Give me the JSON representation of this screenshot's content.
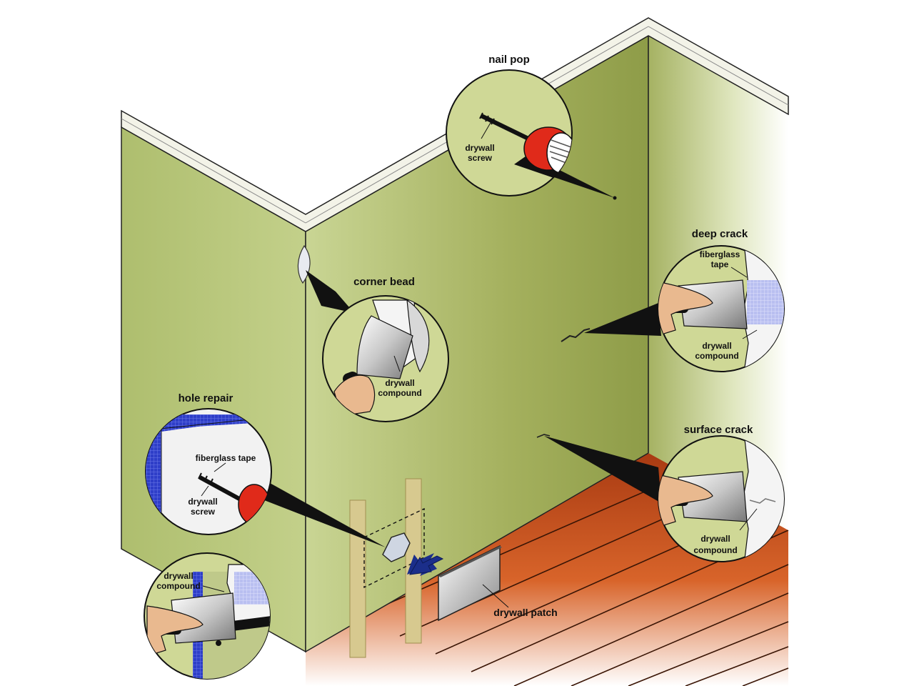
{
  "callouts": {
    "nail_pop": {
      "title": "nail pop",
      "line1": "drywall",
      "line2": "screw"
    },
    "corner_bead": {
      "title": "corner bead",
      "line1": "drywall",
      "line2": "compound"
    },
    "deep_crack": {
      "title": "deep crack",
      "tape1": "fiberglass",
      "tape2": "tape",
      "line1": "drywall",
      "line2": "compound"
    },
    "surface_crack": {
      "title": "surface crack",
      "line1": "drywall",
      "line2": "compound"
    },
    "hole_repair": {
      "title": "hole repair",
      "tape": "fiberglass tape",
      "line1": "drywall",
      "line2": "screw"
    },
    "hole_finish": {
      "line1": "drywall",
      "line2": "compound"
    },
    "patch": {
      "label": "drywall patch"
    }
  },
  "colors": {
    "wall_left": "#b8c87a",
    "wall_back": "#a6b35f",
    "wall_right_fade": "#ffffff",
    "floor": "#c2501f",
    "trim": "#f2f2e6",
    "tape_blue": "#2f3fd0",
    "knob_red": "#e02a1a",
    "arrow_blue": "#1b2e8a"
  }
}
